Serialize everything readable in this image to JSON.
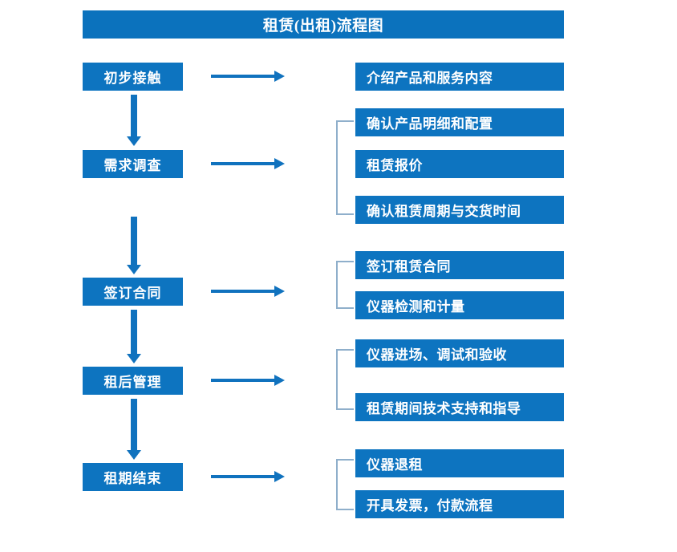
{
  "title": "租赁(出租)流程图",
  "colors": {
    "title_bar": "#0B72BD",
    "box_fill": "#0D74C0",
    "arrow": "#1072BE",
    "bracket": "#8FAFCB",
    "box_text": "#FFFFFF",
    "background": "#FFFFFF"
  },
  "stages": [
    {
      "label": "初步接触"
    },
    {
      "label": "需求调查"
    },
    {
      "label": "签订合同"
    },
    {
      "label": "租后管理"
    },
    {
      "label": "租期结束"
    }
  ],
  "details": [
    {
      "label": "介绍产品和服务内容"
    },
    {
      "label": "确认产品明细和配置"
    },
    {
      "label": "租赁报价"
    },
    {
      "label": "确认租赁周期与交货时间"
    },
    {
      "label": "签订租赁合同"
    },
    {
      "label": "仪器检测和计量"
    },
    {
      "label": "仪器进场、调试和验收"
    },
    {
      "label": "租赁期间技术支持和指导"
    },
    {
      "label": "仪器退租"
    },
    {
      "label": "开具发票，付款流程"
    }
  ],
  "flow": {
    "arrow_right_name": "arrow-right-icon",
    "arrow_down_name": "arrow-down-icon",
    "bracket_name": "group-bracket"
  }
}
